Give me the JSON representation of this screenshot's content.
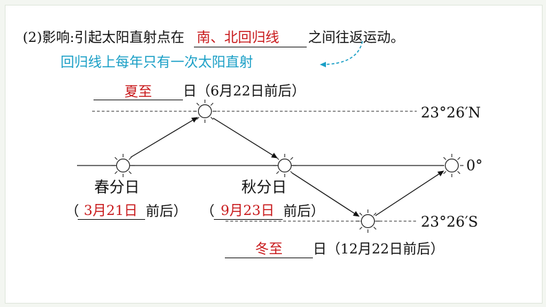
{
  "heading": {
    "prefix": "(2)影响:引起太阳直射点在",
    "answer": "南、北回归线",
    "suffix": "之间往返运动。"
  },
  "note": "回归线上每年只有一次太阳直射",
  "summer": {
    "answer": "夏至",
    "suffix": "日（6月22日前后）"
  },
  "winter": {
    "answer": "冬至",
    "suffix": "日（12月22日前后）"
  },
  "spring": {
    "label": "春分日",
    "open": "（",
    "answer": "3月21日",
    "suffix": "前后）"
  },
  "autumn": {
    "label": "秋分日",
    "open": "（",
    "answer": "9月23日",
    "suffix": "前后）"
  },
  "lines": {
    "north": "23°26′N",
    "equator": "0°",
    "south": "23°26′S"
  },
  "colors": {
    "answer": "#c8191b",
    "note": "#1a9fc6",
    "ink": "#111111"
  }
}
